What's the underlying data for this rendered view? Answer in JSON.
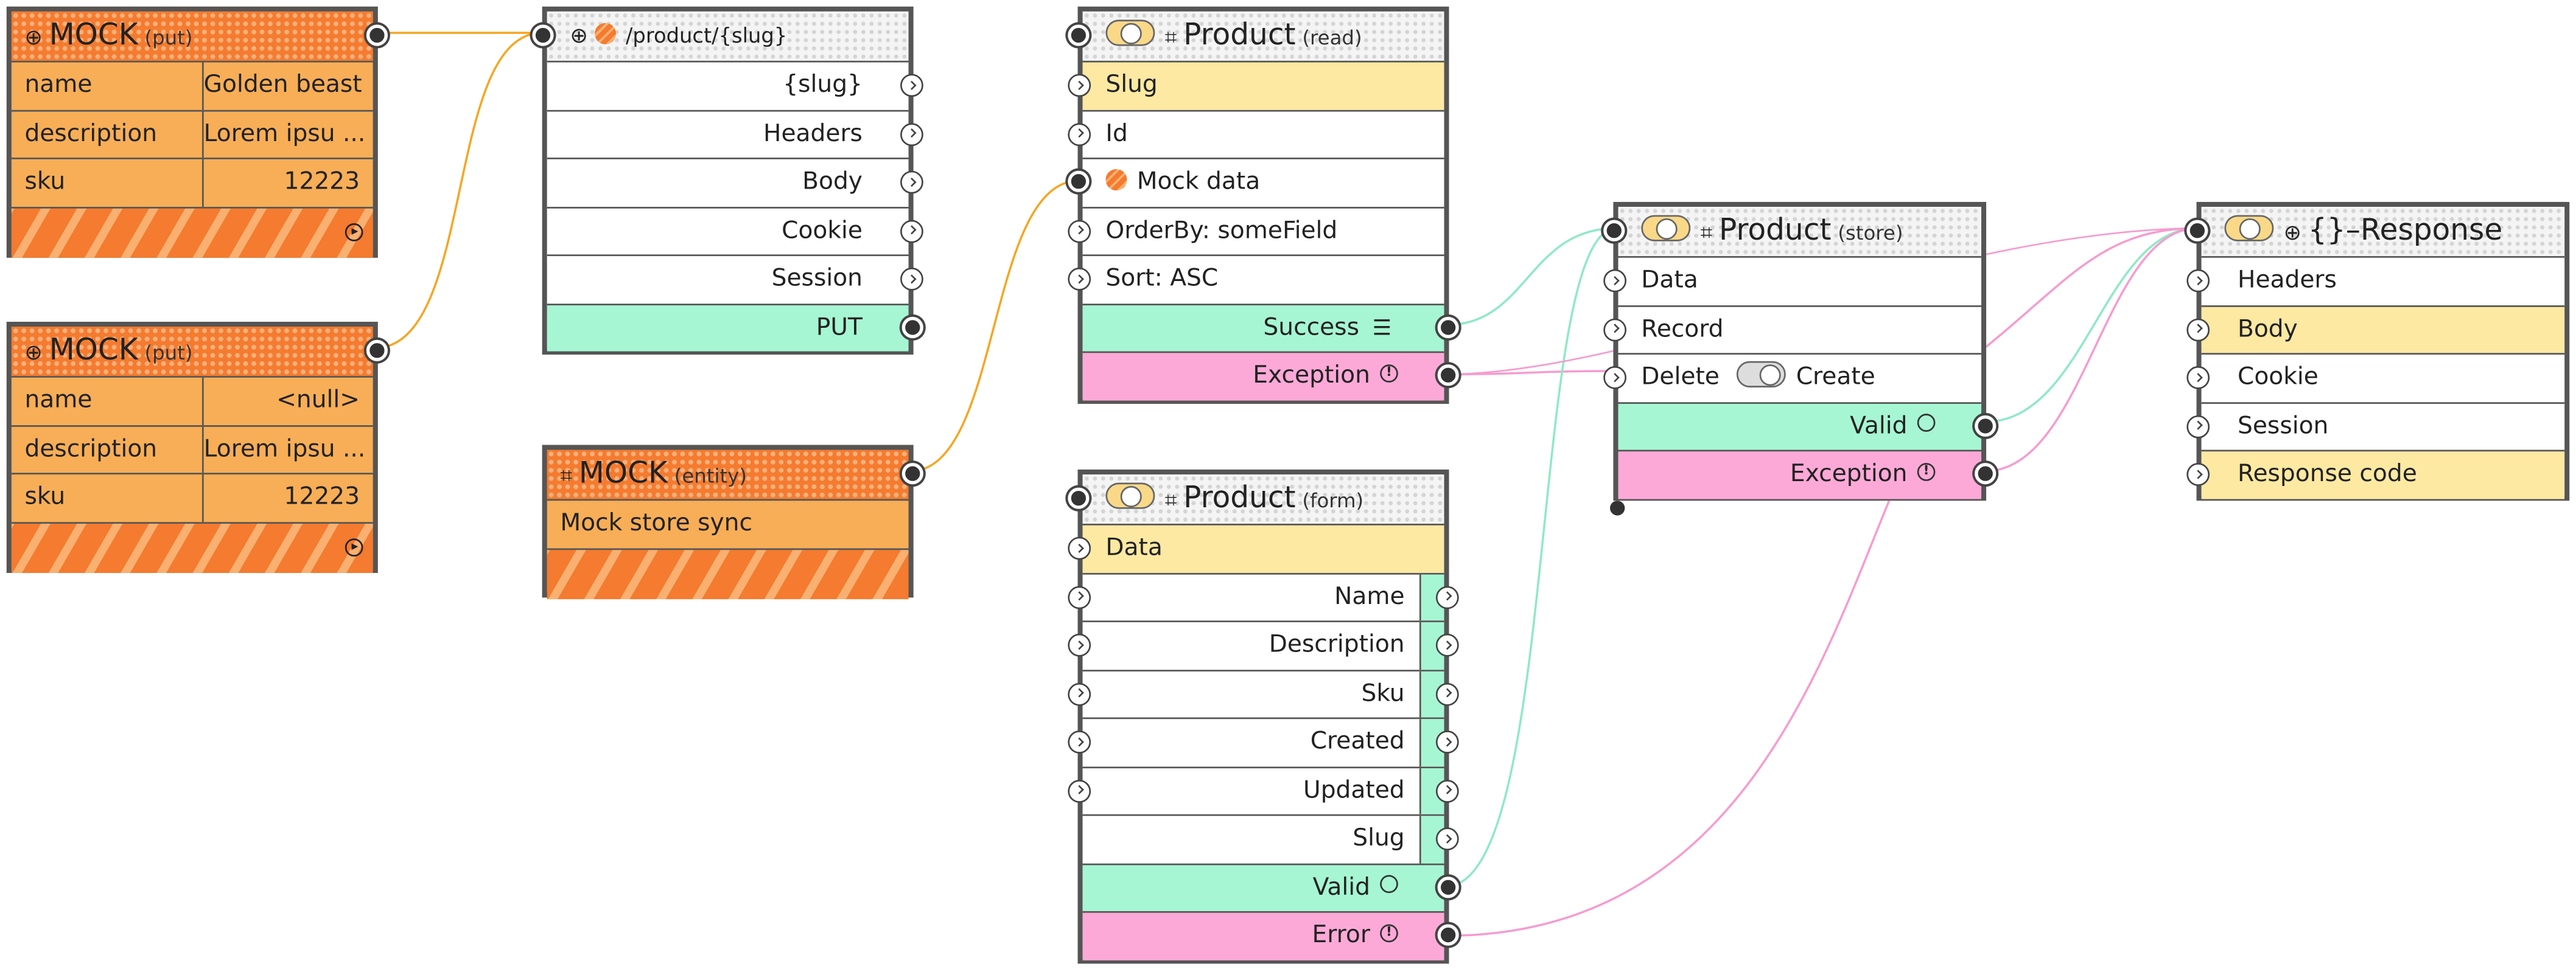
{
  "colors": {
    "mock_orange": "#f47b2f",
    "mock_body": "#f7ae57",
    "yellow_row": "#fde9a2",
    "green_row": "#a6f6d3",
    "pink_row": "#fda9d8",
    "wire_orange": "#f5a623",
    "wire_green": "#8fe9c4",
    "wire_pink": "#f59ccf"
  },
  "mock_put_1": {
    "title": "MOCK",
    "sub": "(put)",
    "rows": [
      {
        "key": "name",
        "value": "Golden beast"
      },
      {
        "key": "description",
        "value": "Lorem ipsu ..."
      },
      {
        "key": "sku",
        "value": "12223"
      }
    ]
  },
  "mock_put_2": {
    "title": "MOCK",
    "sub": "(put)",
    "rows": [
      {
        "key": "name",
        "value": "<null>"
      },
      {
        "key": "description",
        "value": "Lorem ipsu ..."
      },
      {
        "key": "sku",
        "value": "12223"
      }
    ]
  },
  "route": {
    "title": "/product/{slug}",
    "outputs": [
      "{slug}",
      "Headers",
      "Body",
      "Cookie",
      "Session"
    ],
    "method": "PUT"
  },
  "mock_entity": {
    "title": "MOCK",
    "sub": "(entity)",
    "row": "Mock store sync"
  },
  "product_read": {
    "title": "Product",
    "sub": "(read)",
    "inputs": [
      "Slug",
      "Id",
      "Mock data",
      "OrderBy: someField",
      "Sort:  ASC"
    ],
    "success": "Success",
    "exception": "Exception"
  },
  "product_form": {
    "title": "Product",
    "sub": "(form)",
    "input": "Data",
    "fields": [
      "Name",
      "Description",
      "Sku",
      "Created",
      "Updated",
      "Slug"
    ],
    "valid": "Valid",
    "error": "Error"
  },
  "product_store": {
    "title": "Product",
    "sub": "(store)",
    "inputs": [
      "Data",
      "Record"
    ],
    "delete_label": "Delete",
    "create_label": "Create",
    "valid": "Valid",
    "exception": "Exception"
  },
  "response": {
    "title": "{}–Response",
    "inputs": [
      "Headers",
      "Body",
      "Cookie",
      "Session",
      "Response code"
    ]
  },
  "icons": {
    "globe": "globe-icon",
    "chip": "chip-icon",
    "list": "list-icon",
    "ring": "circle-icon",
    "alert": "alert-circle-icon",
    "play": "play-icon"
  }
}
